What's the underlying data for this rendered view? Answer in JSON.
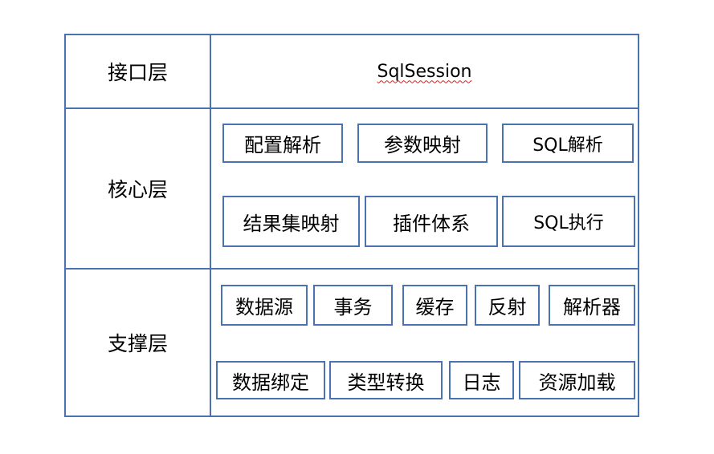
{
  "layers": {
    "interface": {
      "label": "接口层",
      "content": "SqlSession"
    },
    "core": {
      "label": "核心层",
      "modules": [
        "配置解析",
        "参数映射",
        "SQL解析",
        "结果集映射",
        "插件体系",
        "SQL执行"
      ]
    },
    "support": {
      "label": "支撑层",
      "modules": [
        "数据源",
        "事务",
        "缓存",
        "反射",
        "解析器",
        "数据绑定",
        "类型转换",
        "日志",
        "资源加载"
      ]
    }
  },
  "colors": {
    "border": "#4a72b0",
    "spellcheck_underline": "#d02020",
    "text": "#000000",
    "background": "#ffffff"
  }
}
